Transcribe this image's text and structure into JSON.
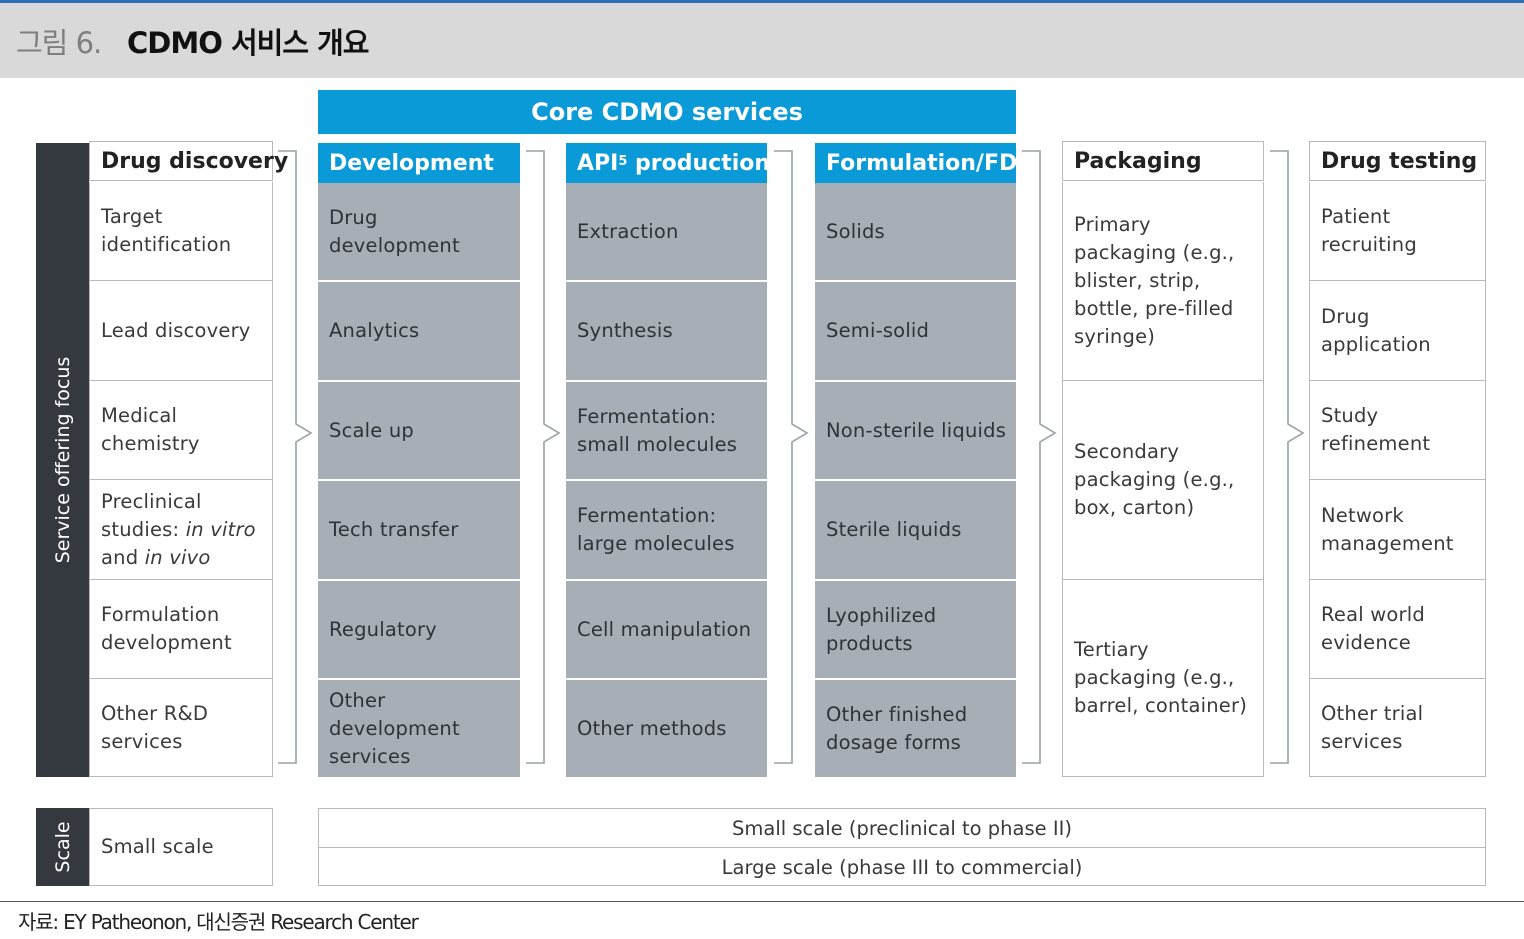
{
  "header": {
    "figure_label": "그림 6.",
    "title": "CDMO 서비스 개요"
  },
  "core_banner": "Core CDMO services",
  "side_label": "Service offering focus",
  "columns": [
    {
      "title": "Drug discovery",
      "items": [
        "Target identification",
        "Lead discovery",
        "Medical chemistry",
        "Preclinical studies: in vitro and in vivo",
        "Formulation development",
        "Other R&D services"
      ]
    },
    {
      "title": "Development",
      "items": [
        "Drug development",
        "Analytics",
        "Scale up",
        "Tech transfer",
        "Regulatory",
        "Other development services"
      ]
    },
    {
      "title": "API",
      "title_sup": "5",
      "title_suffix": " production",
      "items": [
        "Extraction",
        "Synthesis",
        "Fermentation: small molecules",
        "Fermentation: large molecules",
        "Cell manipulation",
        "Other methods"
      ]
    },
    {
      "title": "Formulation/FDF",
      "title_sup": "6",
      "items": [
        "Solids",
        "Semi-solid",
        "Non-sterile liquids",
        "Sterile liquids",
        "Lyophilized products",
        "Other finished dosage forms"
      ]
    },
    {
      "title": "Packaging",
      "items": [
        "Primary packaging (e.g., blister, strip, bottle, pre-filled syringe)",
        "Secondary packaging (e.g., box, carton)",
        "Tertiary packaging (e.g., barrel, container)"
      ]
    },
    {
      "title": "Drug testing",
      "items": [
        "Patient recruiting",
        "Drug application",
        "Study refinement",
        "Network management",
        "Real world evidence",
        "Other trial services"
      ]
    }
  ],
  "scale": {
    "side_label": "Scale",
    "left_label": "Small scale",
    "small_line": "Small scale (preclinical to phase II)",
    "large_line": "Large scale (phase III to commercial)"
  },
  "source": "자료:  EY Patheonon, 대신증권 Research Center"
}
